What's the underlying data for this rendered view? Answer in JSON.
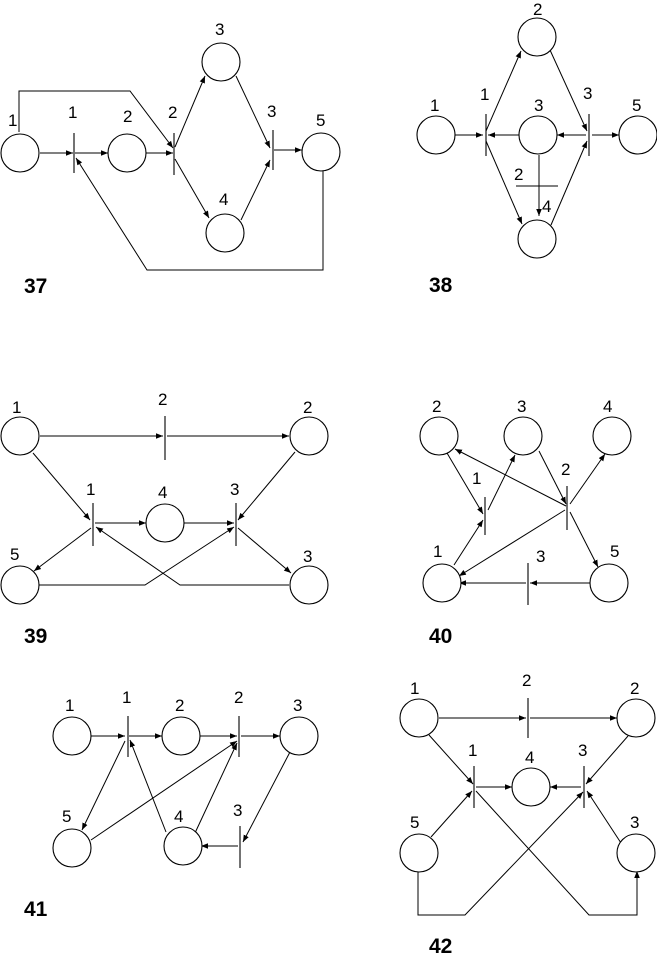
{
  "diagrams": [
    {
      "number": "37",
      "positions": [
        "1",
        "2",
        "3",
        "4",
        "5"
      ],
      "transitions": [
        "1",
        "2",
        "3"
      ]
    },
    {
      "number": "38",
      "positions": [
        "1",
        "2",
        "3",
        "5"
      ],
      "transitions": [
        "1",
        "2",
        "3",
        "4"
      ]
    },
    {
      "number": "39",
      "positions": [
        "1",
        "2",
        "4",
        "5",
        "3"
      ],
      "transitions": [
        "2",
        "1",
        "3"
      ]
    },
    {
      "number": "40",
      "positions": [
        "2",
        "3",
        "4",
        "1",
        "5"
      ],
      "transitions": [
        "1",
        "2",
        "3"
      ]
    },
    {
      "number": "41",
      "positions": [
        "1",
        "2",
        "3",
        "5",
        "4"
      ],
      "transitions": [
        "1",
        "2",
        "3"
      ]
    },
    {
      "number": "42",
      "positions": [
        "1",
        "2",
        "4",
        "5",
        "3"
      ],
      "transitions": [
        "2",
        "1",
        "3"
      ]
    }
  ]
}
